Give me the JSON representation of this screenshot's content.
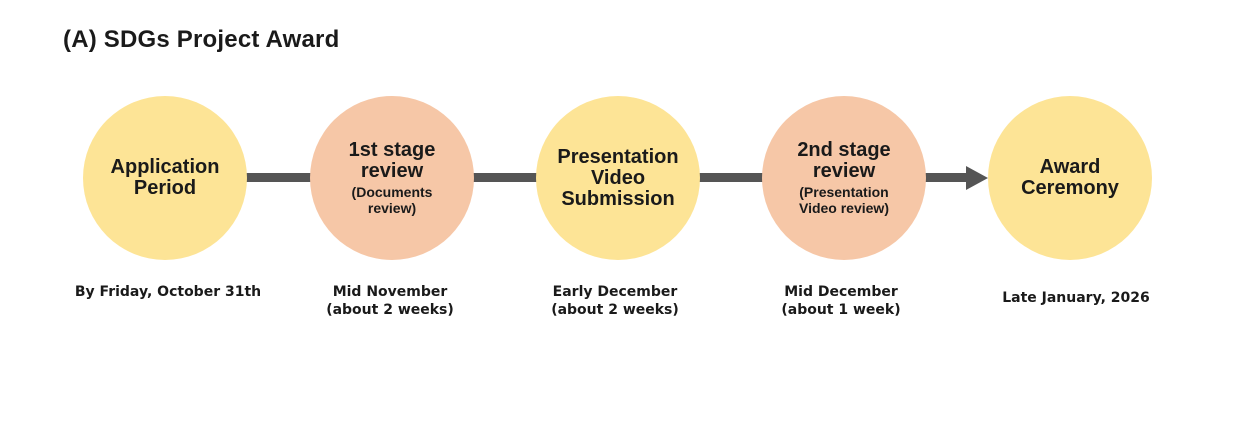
{
  "title": "(A) SDGs Project Award",
  "colors": {
    "yellow_step": "#fde496",
    "peach_step": "#f6c7a7",
    "connector": "#555555"
  },
  "steps": [
    {
      "label": "Application\nPeriod",
      "sublabel": "",
      "when": "By Friday, October 31th"
    },
    {
      "label": "1st stage\nreview",
      "sublabel": "(Documents\nreview)",
      "when": "Mid November\n(about 2 weeks)"
    },
    {
      "label": "Presentation\nVideo\nSubmission",
      "sublabel": "",
      "when": "Early December\n(about 2 weeks)"
    },
    {
      "label": "2nd stage\nreview",
      "sublabel": "(Presentation\nVideo review)",
      "when": "Mid December\n(about 1 week)"
    },
    {
      "label": "Award\nCeremony",
      "sublabel": "",
      "when": "Late January, 2026"
    }
  ]
}
